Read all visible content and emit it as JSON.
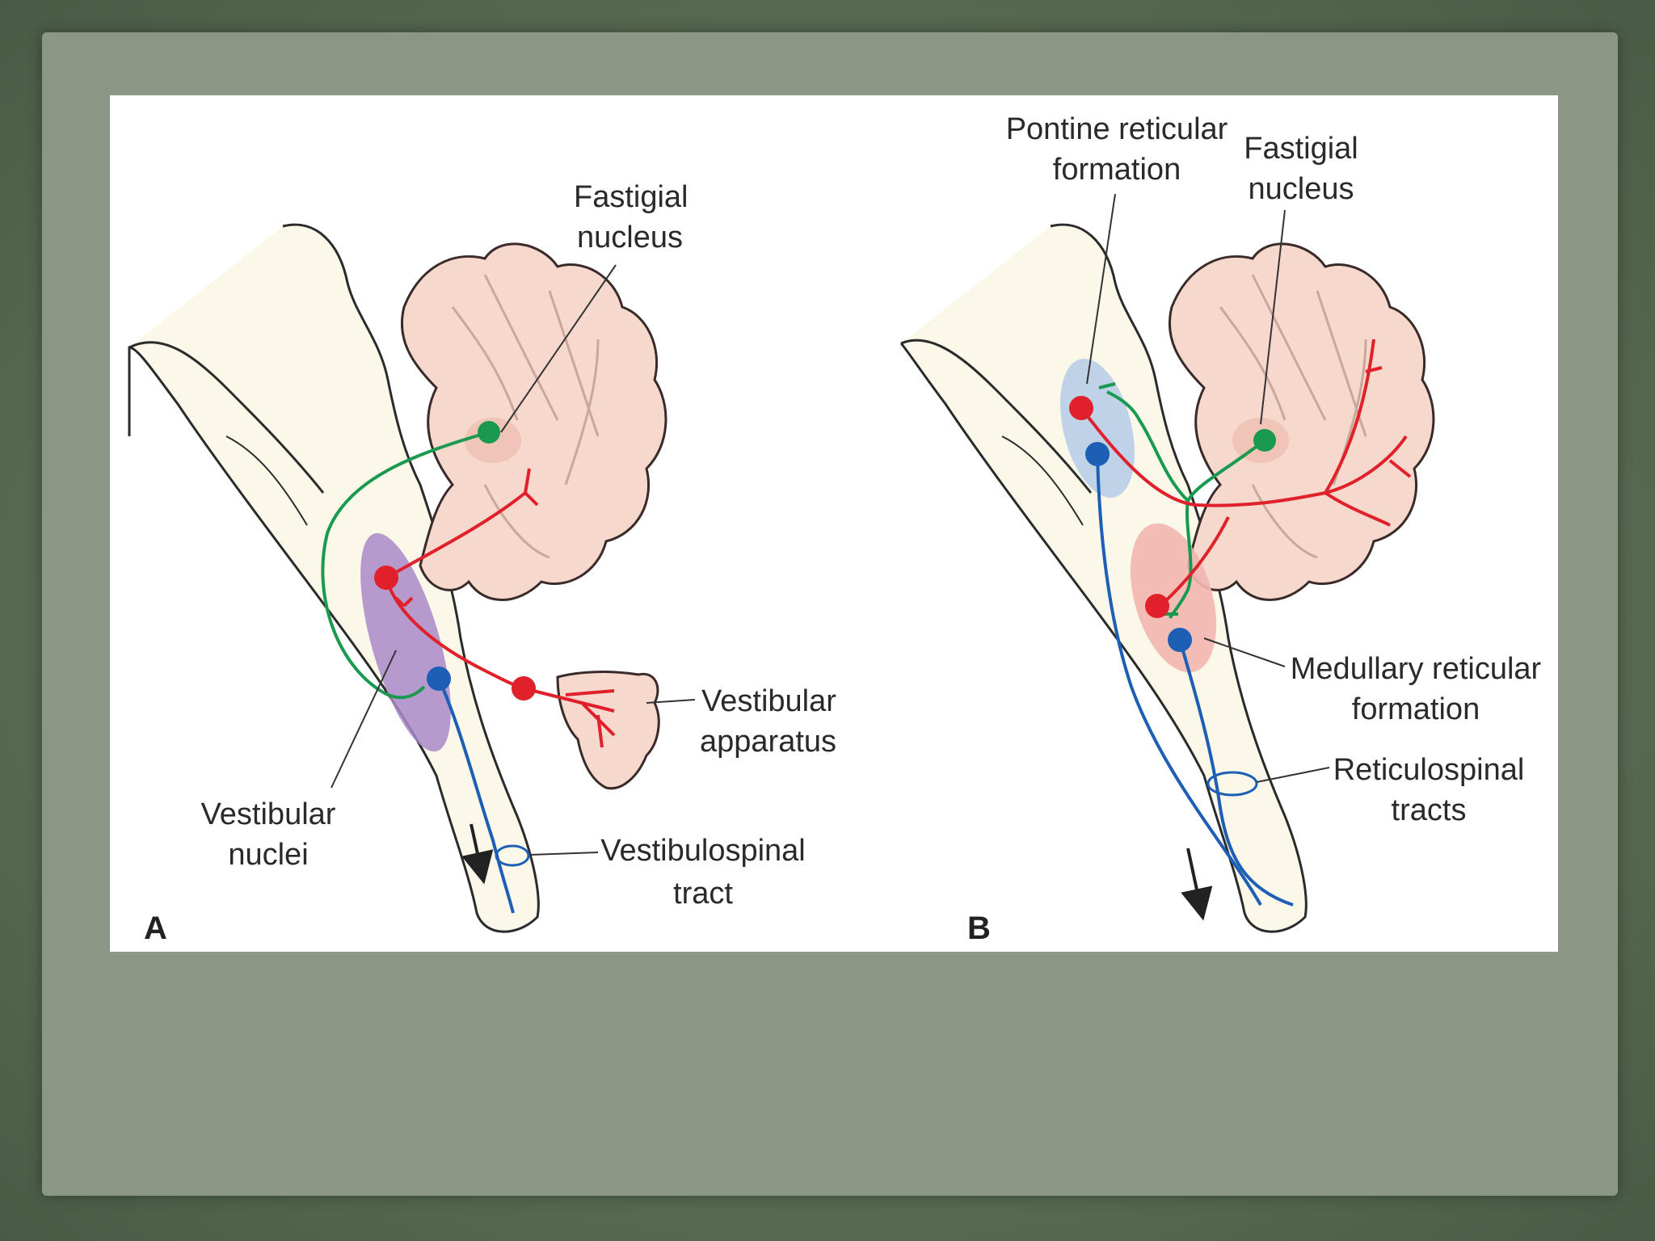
{
  "diagram": {
    "panel_a": {
      "letter": "A",
      "labels": {
        "fastigial_1": "Fastigial",
        "fastigial_2": "nucleus",
        "vestibular_apparatus_1": "Vestibular",
        "vestibular_apparatus_2": "apparatus",
        "vestibular_nuclei_1": "Vestibular",
        "vestibular_nuclei_2": "nuclei",
        "vestibulospinal_1": "Vestibulospinal",
        "vestibulospinal_2": "tract"
      }
    },
    "panel_b": {
      "letter": "B",
      "labels": {
        "pontine_1": "Pontine reticular",
        "pontine_2": "formation",
        "fastigial_1": "Fastigial",
        "fastigial_2": "nucleus",
        "medullary_1": "Medullary reticular",
        "medullary_2": "formation",
        "reticulospinal_1": "Reticulospinal",
        "reticulospinal_2": "tracts"
      }
    },
    "colors": {
      "green_neuron": "#1a9a50",
      "red_neuron": "#e0202a",
      "blue_neuron": "#1c5fb5",
      "cerebellum_fill": "#f6d8cc",
      "cerebellum_stroke": "#3a2a2a",
      "brainstem_fill": "#fbf8ea",
      "vestibular_nuclei_fill": "#a988c8",
      "pontine_fill": "#b9cde8",
      "medullary_fill": "#f2b6b0"
    }
  }
}
